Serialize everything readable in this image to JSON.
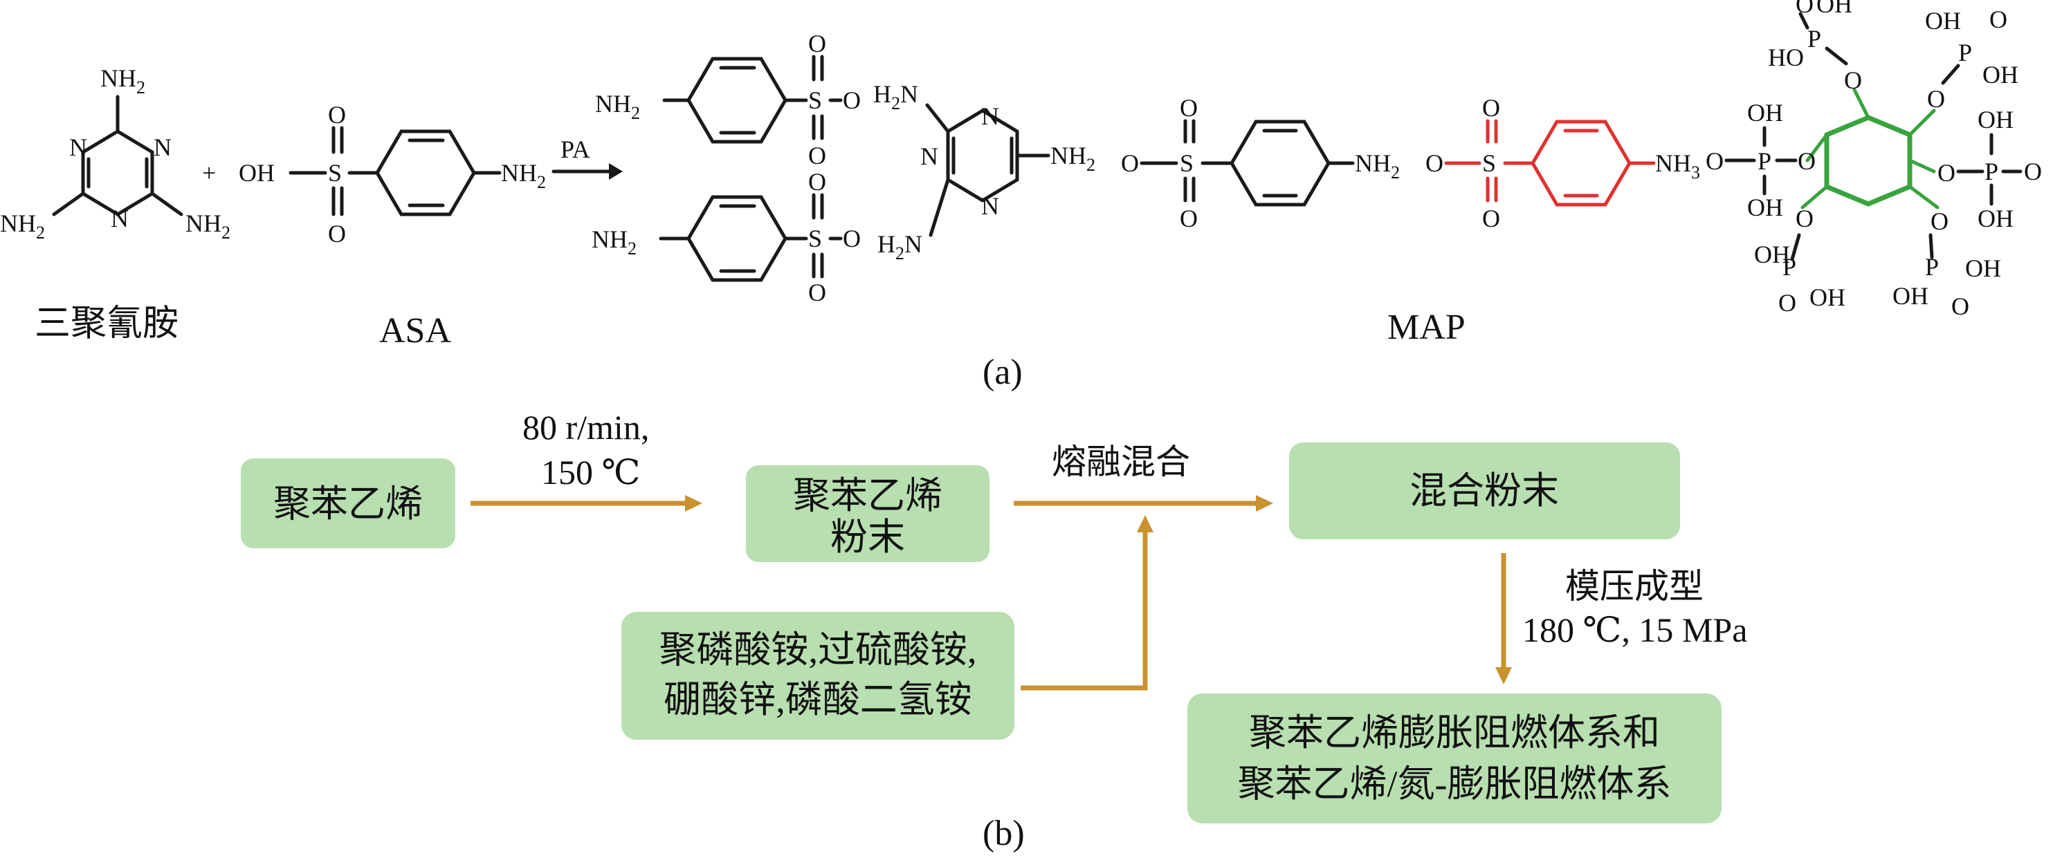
{
  "panel_a": {
    "label": "(a)",
    "melamine": {
      "caption": "三聚氰胺",
      "nh2": "NH",
      "sub2": "2",
      "n": "N"
    },
    "plus": "+",
    "asa": {
      "caption": "ASA",
      "oh": "OH",
      "s": "S",
      "o": "O",
      "nh": "NH",
      "sub2": "2"
    },
    "reagent": "PA",
    "product": {
      "nh": "NH",
      "h": "H",
      "sub2": "2",
      "sub3": "3",
      "s": "S",
      "o": "O",
      "n": "N"
    },
    "map_caption": "MAP",
    "phytic": {
      "o": "O",
      "p": "P",
      "oh": "OH",
      "ho": "HO"
    }
  },
  "panel_b": {
    "label": "(b)",
    "box_ps": "聚苯乙烯",
    "box_ps_powder_line1": "聚苯乙烯",
    "box_ps_powder_line2": "粉末",
    "box_mixed": "混合粉末",
    "box_additives_line1": "聚磷酸铵,过硫酸铵,",
    "box_additives_line2": "硼酸锌,磷酸二氢铵",
    "box_result_line1": "聚苯乙烯膨胀阻燃体系和",
    "box_result_line2": "聚苯乙烯/氮-膨胀阻燃体系",
    "label_speed": "80 r/min,",
    "label_temp": "150 ℃",
    "label_melt": "熔融混合",
    "label_mold": "模压成型",
    "label_mold_cond": "180 ℃, 15 MPa"
  },
  "colors": {
    "box_fill": "#b8dfaf",
    "arrow": "#c8922e",
    "highlight_red": "#e0322f",
    "highlight_green": "#39a33e"
  }
}
